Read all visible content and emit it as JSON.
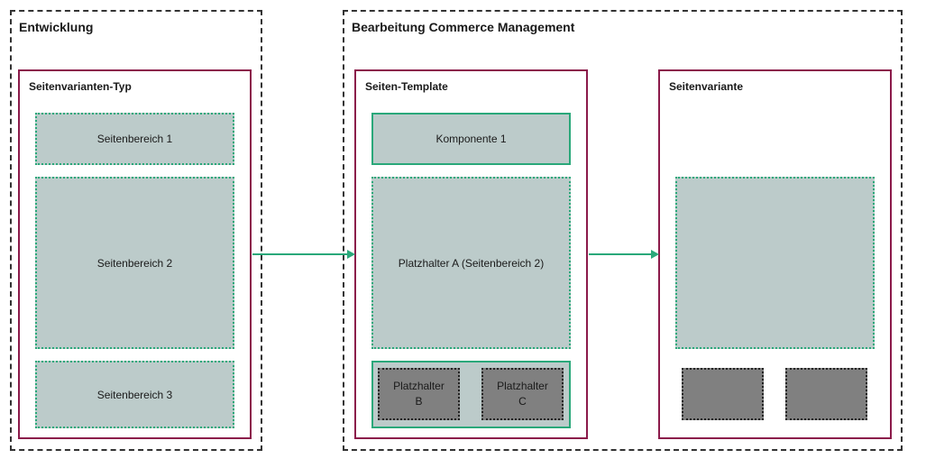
{
  "groups": {
    "dev": {
      "title": "Entwicklung"
    },
    "cm": {
      "title": "Bearbeitung Commerce Management"
    }
  },
  "panels": {
    "type": {
      "title": "Seitenvarianten-Typ",
      "areas": [
        "Seitenbereich 1",
        "Seitenbereich 2",
        "Seitenbereich 3"
      ]
    },
    "template": {
      "title": "Seiten-Template",
      "component": "Komponente 1",
      "placeholder_a": "Platzhalter A (Seitenbereich 2)",
      "placeholder_b": "Platzhalter\nB",
      "placeholder_c": "Platzhalter\nC"
    },
    "variant": {
      "title": "Seitenvariante"
    }
  },
  "colors": {
    "group_border": "#333333",
    "panel_border": "#8b1a4a",
    "area_fill": "#bccbca",
    "accent_green": "#2aa87a",
    "placeholder_fill": "#808080"
  }
}
